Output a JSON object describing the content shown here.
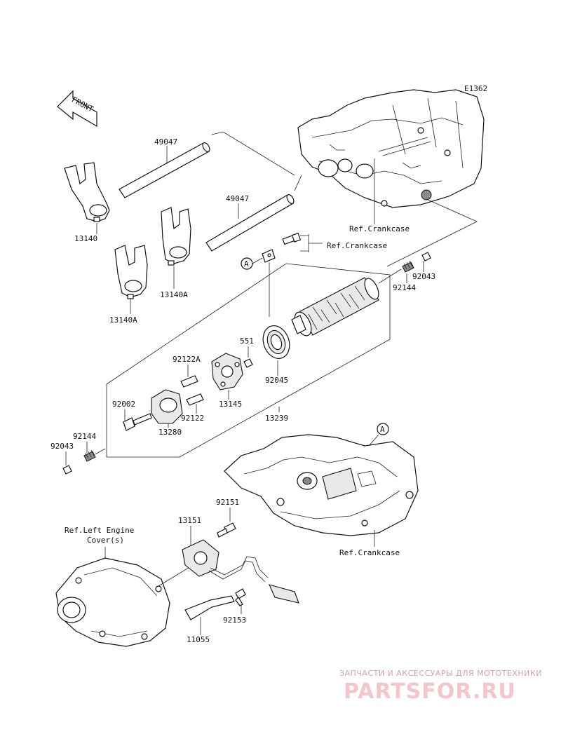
{
  "diagram_id": "E1362",
  "front_label": "FRONT",
  "parts": {
    "shift_rod_upper": "49047",
    "shift_rod_lower": "49047",
    "fork_left": "13140",
    "fork_center": "13140A",
    "fork_right": "13140A",
    "stopper_pin": "551",
    "bearing": "92045",
    "spring_top": "92144",
    "pin_top": "92043",
    "dowel_a": "92122A",
    "dowel": "92122",
    "shift_drum_cam": "13145",
    "shift_drum_assy": "13239",
    "bolt": "92002",
    "holder": "13280",
    "spring_bottom": "92144",
    "pin_bottom": "92043",
    "sensor_bolt": "92151",
    "gear_position_sensor": "13151",
    "clamp_bolt": "92153",
    "clamp": "11055"
  },
  "refs": {
    "crankcase_upper": "Ref.Crankcase",
    "crankcase_bolt": "Ref.Crankcase",
    "crankcase_lower": "Ref.Crankcase",
    "left_cover_line1": "Ref.Left Engine",
    "left_cover_line2": "Cover(s)"
  },
  "callouts": {
    "a_upper": "A",
    "a_lower": "A"
  },
  "watermark": {
    "line1": "ЗАПЧАСТИ И АКСЕССУАРЫ ДЛЯ МОТОТЕХНИКИ",
    "line2": "PARTSFOR.RU"
  }
}
